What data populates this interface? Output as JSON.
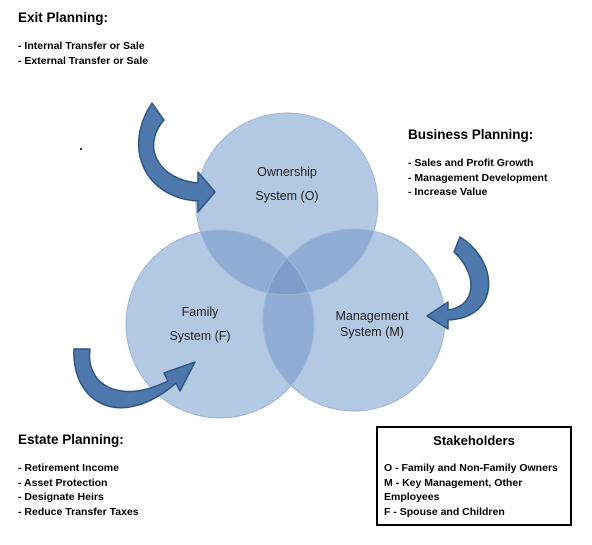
{
  "exit_planning": {
    "title": "Exit Planning:",
    "items": [
      "Internal Transfer or Sale",
      "External Transfer or Sale"
    ]
  },
  "business_planning": {
    "title": "Business Planning:",
    "items": [
      "Sales and Profit Growth",
      "Management Development",
      "Increase Value"
    ]
  },
  "estate_planning": {
    "title": "Estate Planning:",
    "items": [
      "Retirement Income",
      "Asset Protection",
      "Designate Heirs",
      "Reduce Transfer Taxes"
    ]
  },
  "circles": {
    "ownership": {
      "line1": "Ownership",
      "line2": "System (O)"
    },
    "family": {
      "line1": "Family",
      "line2": "System (F)"
    },
    "management": {
      "line1": "Management",
      "line2": "System (M)"
    }
  },
  "stakeholders": {
    "title": "Stakeholders",
    "lines": [
      "O - Family and Non-Family Owners",
      "M - Key Management, Other Employees",
      "F - Spouse and Children"
    ]
  },
  "colors": {
    "circle_fill": "#b3c8e2",
    "overlap_fill": "#8fadd4",
    "center_fill": "#7d9ecb",
    "arrow_fill": "#4f79ad",
    "arrow_stroke": "#2f5583"
  }
}
